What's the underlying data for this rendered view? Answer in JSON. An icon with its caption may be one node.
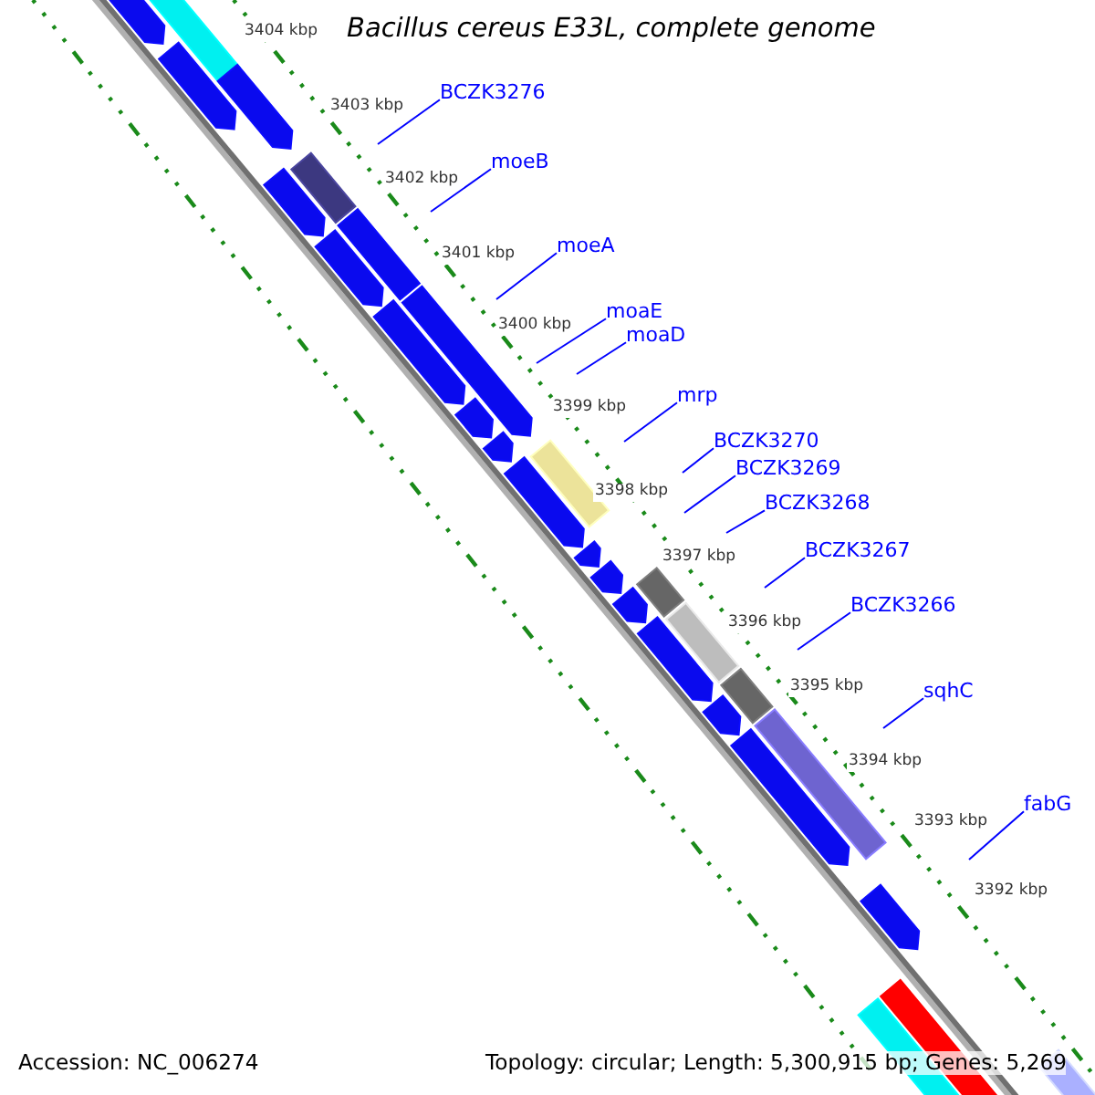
{
  "diagram": {
    "title": "Bacillus cereus E33L, complete genome",
    "nodes": [
      {
        "text": [
          "BCZK3276"
        ]
      },
      {
        "text": [
          "moeB"
        ]
      },
      {
        "text": [
          "moeA"
        ]
      },
      {
        "text": [
          "moaE"
        ]
      },
      {
        "text": [
          "moaD"
        ]
      },
      {
        "text": [
          "mrp"
        ]
      },
      {
        "text": [
          "BCZK3270"
        ]
      },
      {
        "text": [
          "BCZK3269"
        ]
      },
      {
        "text": [
          "BCZK3268"
        ]
      },
      {
        "text": [
          "BCZK3267"
        ]
      },
      {
        "text": [
          "BCZK3266"
        ]
      },
      {
        "text": [
          "sqhC"
        ]
      },
      {
        "text": [
          "fabG"
        ]
      }
    ],
    "edges": [
      {
        "from": 0,
        "to": null,
        "arrow": "none"
      },
      {
        "from": 1,
        "to": null,
        "arrow": "none"
      },
      {
        "from": 2,
        "to": null,
        "arrow": "none"
      },
      {
        "from": 3,
        "to": null,
        "arrow": "none"
      },
      {
        "from": 4,
        "to": null,
        "arrow": "none"
      },
      {
        "from": 5,
        "to": null,
        "arrow": "none"
      },
      {
        "from": 6,
        "to": null,
        "arrow": "none"
      },
      {
        "from": 7,
        "to": null,
        "arrow": "none"
      },
      {
        "from": 8,
        "to": null,
        "arrow": "none"
      },
      {
        "from": 9,
        "to": null,
        "arrow": "none"
      },
      {
        "from": 10,
        "to": null,
        "arrow": "none"
      },
      {
        "from": 11,
        "to": null,
        "arrow": "none"
      },
      {
        "from": 12,
        "to": null,
        "arrow": "none"
      }
    ],
    "labels": [
      "3404 kbp",
      "3403 kbp",
      "3402 kbp",
      "3401 kbp",
      "3400 kbp",
      "3399 kbp",
      "3398 kbp",
      "3397 kbp",
      "3396 kbp",
      "3395 kbp",
      "3394 kbp",
      "3393 kbp",
      "3392 kbp",
      "Accession: NC_006274",
      "Topology: circular; Length: 5,300,915 bp; Genes: 5,269"
    ]
  }
}
